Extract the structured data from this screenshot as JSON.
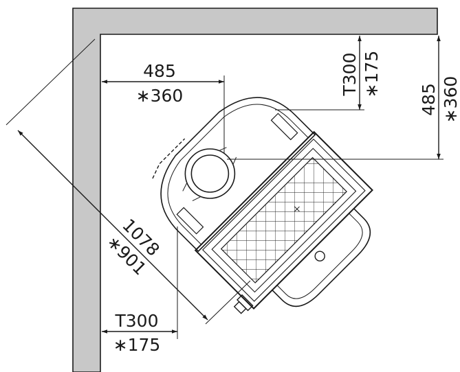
{
  "colors": {
    "wall_fill": "#c8c8c8",
    "wall_stroke": "#1a1a1a",
    "line": "#1a1a1a",
    "stove_fill": "#ffffff",
    "background": "#ffffff"
  },
  "dimensions": {
    "top_left": {
      "primary": "485",
      "secondary": "∗360"
    },
    "top_right_small": {
      "primary": "T300",
      "secondary": "∗175"
    },
    "right": {
      "primary": "485",
      "secondary": "∗360"
    },
    "diagonal": {
      "primary": "1078",
      "secondary": "∗901"
    },
    "bottom_left": {
      "primary": "T300",
      "secondary": "∗175"
    }
  },
  "icons": {
    "stove": "corner-stove-icon",
    "wall": "corner-wall-shape",
    "arrow": "dimension-arrow-icon"
  }
}
